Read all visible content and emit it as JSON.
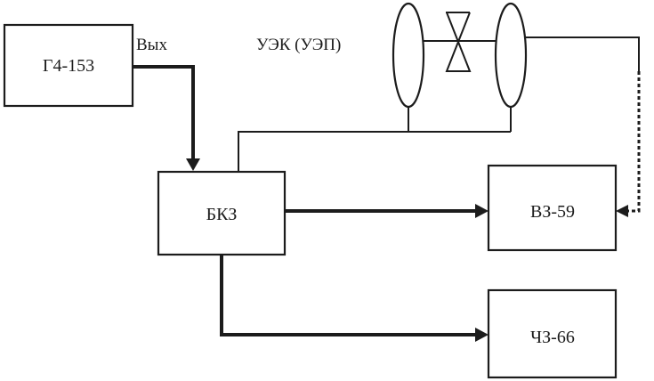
{
  "blocks": {
    "generator": "Г4-153",
    "coupler": "БКЗ",
    "voltmeter": "ВЗ-59",
    "counter": "ЧЗ-66"
  },
  "labels": {
    "output": "Вых",
    "sensor": "УЭК (УЭП)"
  },
  "colors": {
    "line": "#1c1c1c",
    "background": "#ffffff"
  }
}
